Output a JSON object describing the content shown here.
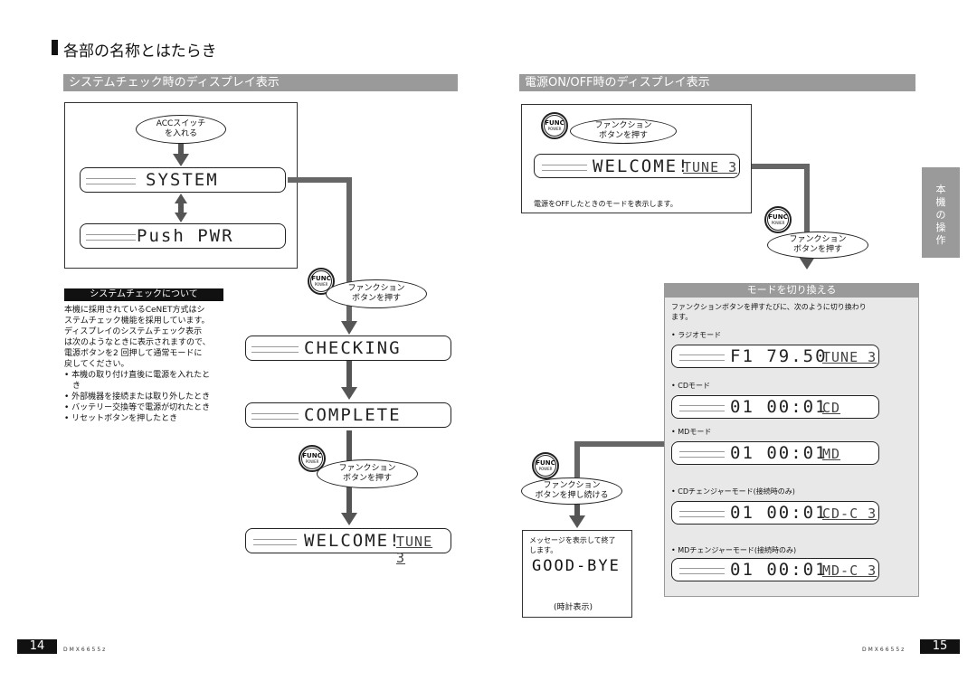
{
  "page_title": "各部の名称とはたらき",
  "left_section": {
    "header": "システムチェック時のディスプレイ表示",
    "bubble_acc": [
      "ACCスイッチ",
      "を入れる"
    ],
    "lcd_system": "SYSTEM",
    "lcd_push": "Push PWR",
    "lcd_checking": "CHECKING",
    "lcd_complete": "COMPLETE",
    "lcd_welcome": "WELCOME!",
    "tune_label": "TUNE 3",
    "func_label": "FUNC",
    "power_label": "POWER",
    "bubble_func_1": [
      "ファンクション",
      "ボタンを押す"
    ],
    "bubble_func_2": [
      "ファンクション",
      "ボタンを押す"
    ],
    "about_header": "システムチェックについて",
    "about_text": [
      "本機に採用されているCeNET方式はシ",
      "ステムチェック機能を採用しています。",
      "ディスプレイのシステムチェック表示",
      "は次のようなときに表示されますので、",
      "電源ボタンを2 回押して通常モードに",
      "戻してください。"
    ],
    "about_bullets": [
      "• 本機の取り付け直後に電源を入れたと",
      "　き",
      "• 外部機器を接続または取り外したとき",
      "• バッテリー交換等で電源が切れたとき",
      "• リセットボタンを押したとき"
    ]
  },
  "right_section": {
    "header": "電源ON/OFF時のディスプレイ表示",
    "bubble_func_top": [
      "ファンクション",
      "ボタンを押す"
    ],
    "lcd_welcome": "WELCOME!",
    "off_caption": "電源をOFFしたときのモードを表示します。",
    "bubble_func_mid": [
      "ファンクション",
      "ボタンを押す"
    ],
    "mode_header": "モードを切り換える",
    "mode_intro": [
      "ファンクションボタンを押すたびに、次のように切り換わり",
      "ます。"
    ],
    "modes": [
      {
        "label": "• ラジオモード",
        "lcd": "F1 79.50",
        "tag": "TUNE 3"
      },
      {
        "label": "• CDモード",
        "lcd": "01 00:01",
        "tag": "CD"
      },
      {
        "label": "• MDモード",
        "lcd": "01 00:01",
        "tag": "MD"
      },
      {
        "label": "• CDチェンジャーモード(接続時のみ)",
        "lcd": "01 00:01",
        "tag": "CD-C 3"
      },
      {
        "label": "• MDチェンジャーモード(接続時のみ)",
        "lcd": "01 00:01",
        "tag": "MD-C 3"
      }
    ],
    "bubble_hold": [
      "ファンクション",
      "ボタンを押し続ける"
    ],
    "goodbye_caption": [
      "メッセージを表示して終了",
      "します。"
    ],
    "goodbye": "GOOD-BYE",
    "clock_caption": "(時計表示)"
  },
  "side_tab": [
    "本",
    "機",
    "の",
    "操",
    "作"
  ],
  "footer": {
    "left_page": "14",
    "right_page": "15",
    "model": "DMX6655z"
  },
  "colors": {
    "header_gray": "#9a9a9a",
    "arrow_gray": "#555555",
    "panel_gray": "#e8e8e8"
  }
}
